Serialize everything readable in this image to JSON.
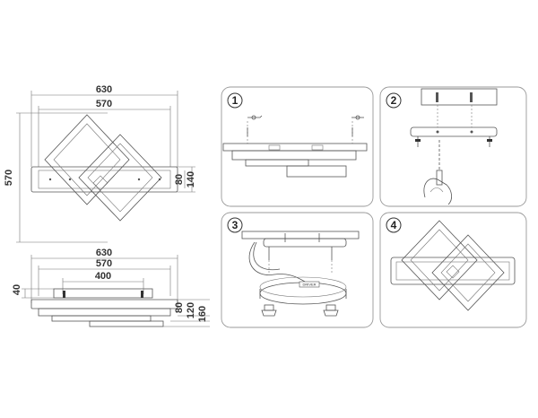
{
  "dimensions": {
    "top_view": {
      "overall_width": "630",
      "inner_width": "570",
      "height_total": "570",
      "side_a": "80",
      "side_b": "140"
    },
    "side_view": {
      "overall_width": "630",
      "inner_width": "570",
      "bracket_width": "400",
      "left_height": "40",
      "h1": "80",
      "h2": "120",
      "h3": "160"
    }
  },
  "steps": [
    {
      "number": "1"
    },
    {
      "number": "2"
    },
    {
      "number": "3"
    },
    {
      "number": "4"
    }
  ],
  "driver_label": "DRIVER"
}
